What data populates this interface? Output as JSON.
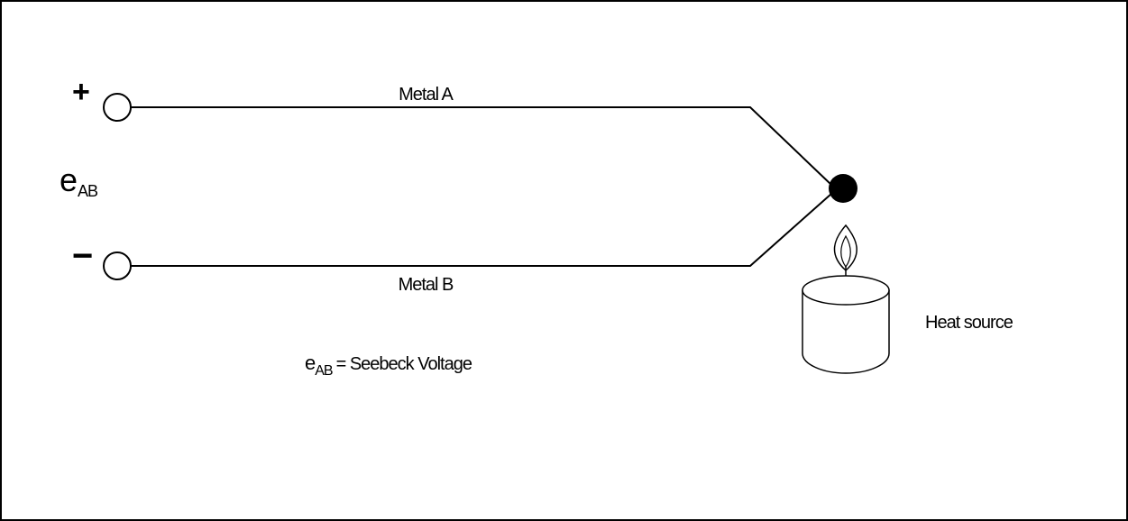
{
  "terminals": {
    "positive_sign": "+",
    "negative_sign": "−"
  },
  "voltage_symbol": {
    "base": "e",
    "subscript": "AB"
  },
  "wires": {
    "metal_a_label": "Metal A",
    "metal_b_label": "Metal B"
  },
  "heat_source_label": "Heat source",
  "legend": {
    "symbol_base": "e",
    "symbol_subscript": "AB",
    "description": "= Seebeck Voltage"
  }
}
